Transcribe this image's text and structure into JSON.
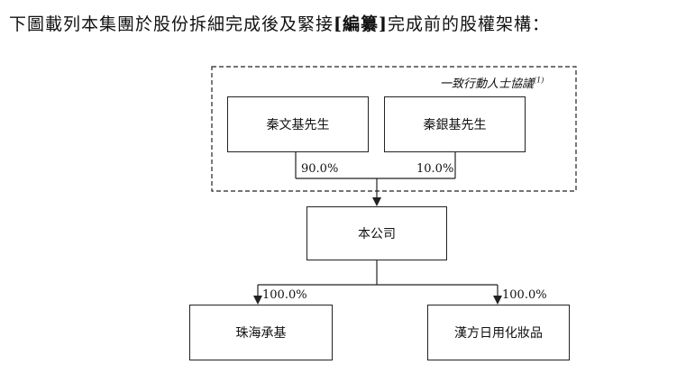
{
  "heading": {
    "prefix": "下圖載列本集團於股份拆細完成後及緊接",
    "redacted": "[編纂]",
    "suffix": "完成前的股權架構："
  },
  "group_label": "一致行動人士協議",
  "group_label_note": "(1)",
  "shareholders": [
    {
      "name": "秦文基先生",
      "stake": "90.0%"
    },
    {
      "name": "秦銀基先生",
      "stake": "10.0%"
    }
  ],
  "company": "本公司",
  "subsidiaries": [
    {
      "name": "珠海承基",
      "stake": "100.0%"
    },
    {
      "name": "漢方日用化妝品",
      "stake": "100.0%"
    }
  ]
}
